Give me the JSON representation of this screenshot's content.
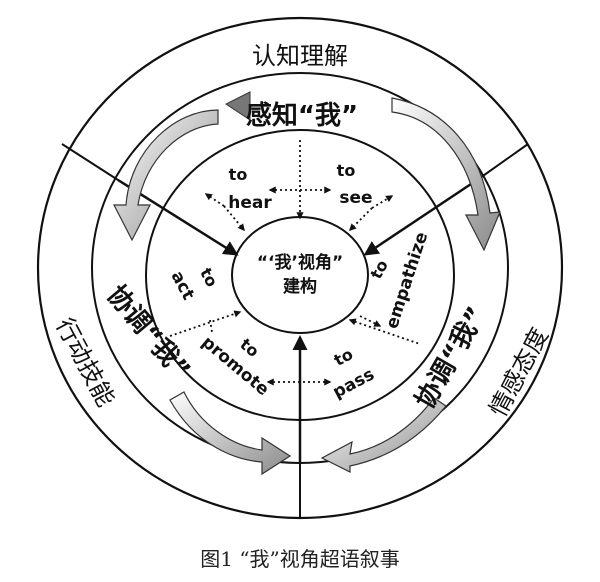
{
  "rings": {
    "outer_top": "认知理解",
    "outer_left": "行动技能",
    "outer_right": "情感态度"
  },
  "middle": {
    "top": "感知“我”",
    "left": "协调“我”",
    "right": "协调“我”"
  },
  "center": {
    "line1": "“‘我’视角”",
    "line2": "建构"
  },
  "verbs": {
    "hear": {
      "to": "to",
      "word": "hear"
    },
    "see": {
      "to": "to",
      "word": "see"
    },
    "act": {
      "to": "to",
      "word": "act"
    },
    "empathize": {
      "to": "to",
      "word": "empathize"
    },
    "promote": {
      "to": "to",
      "word": "promote"
    },
    "pass": {
      "to": "to",
      "word": "pass"
    }
  },
  "caption": "图1 “我”视角超语叙事"
}
